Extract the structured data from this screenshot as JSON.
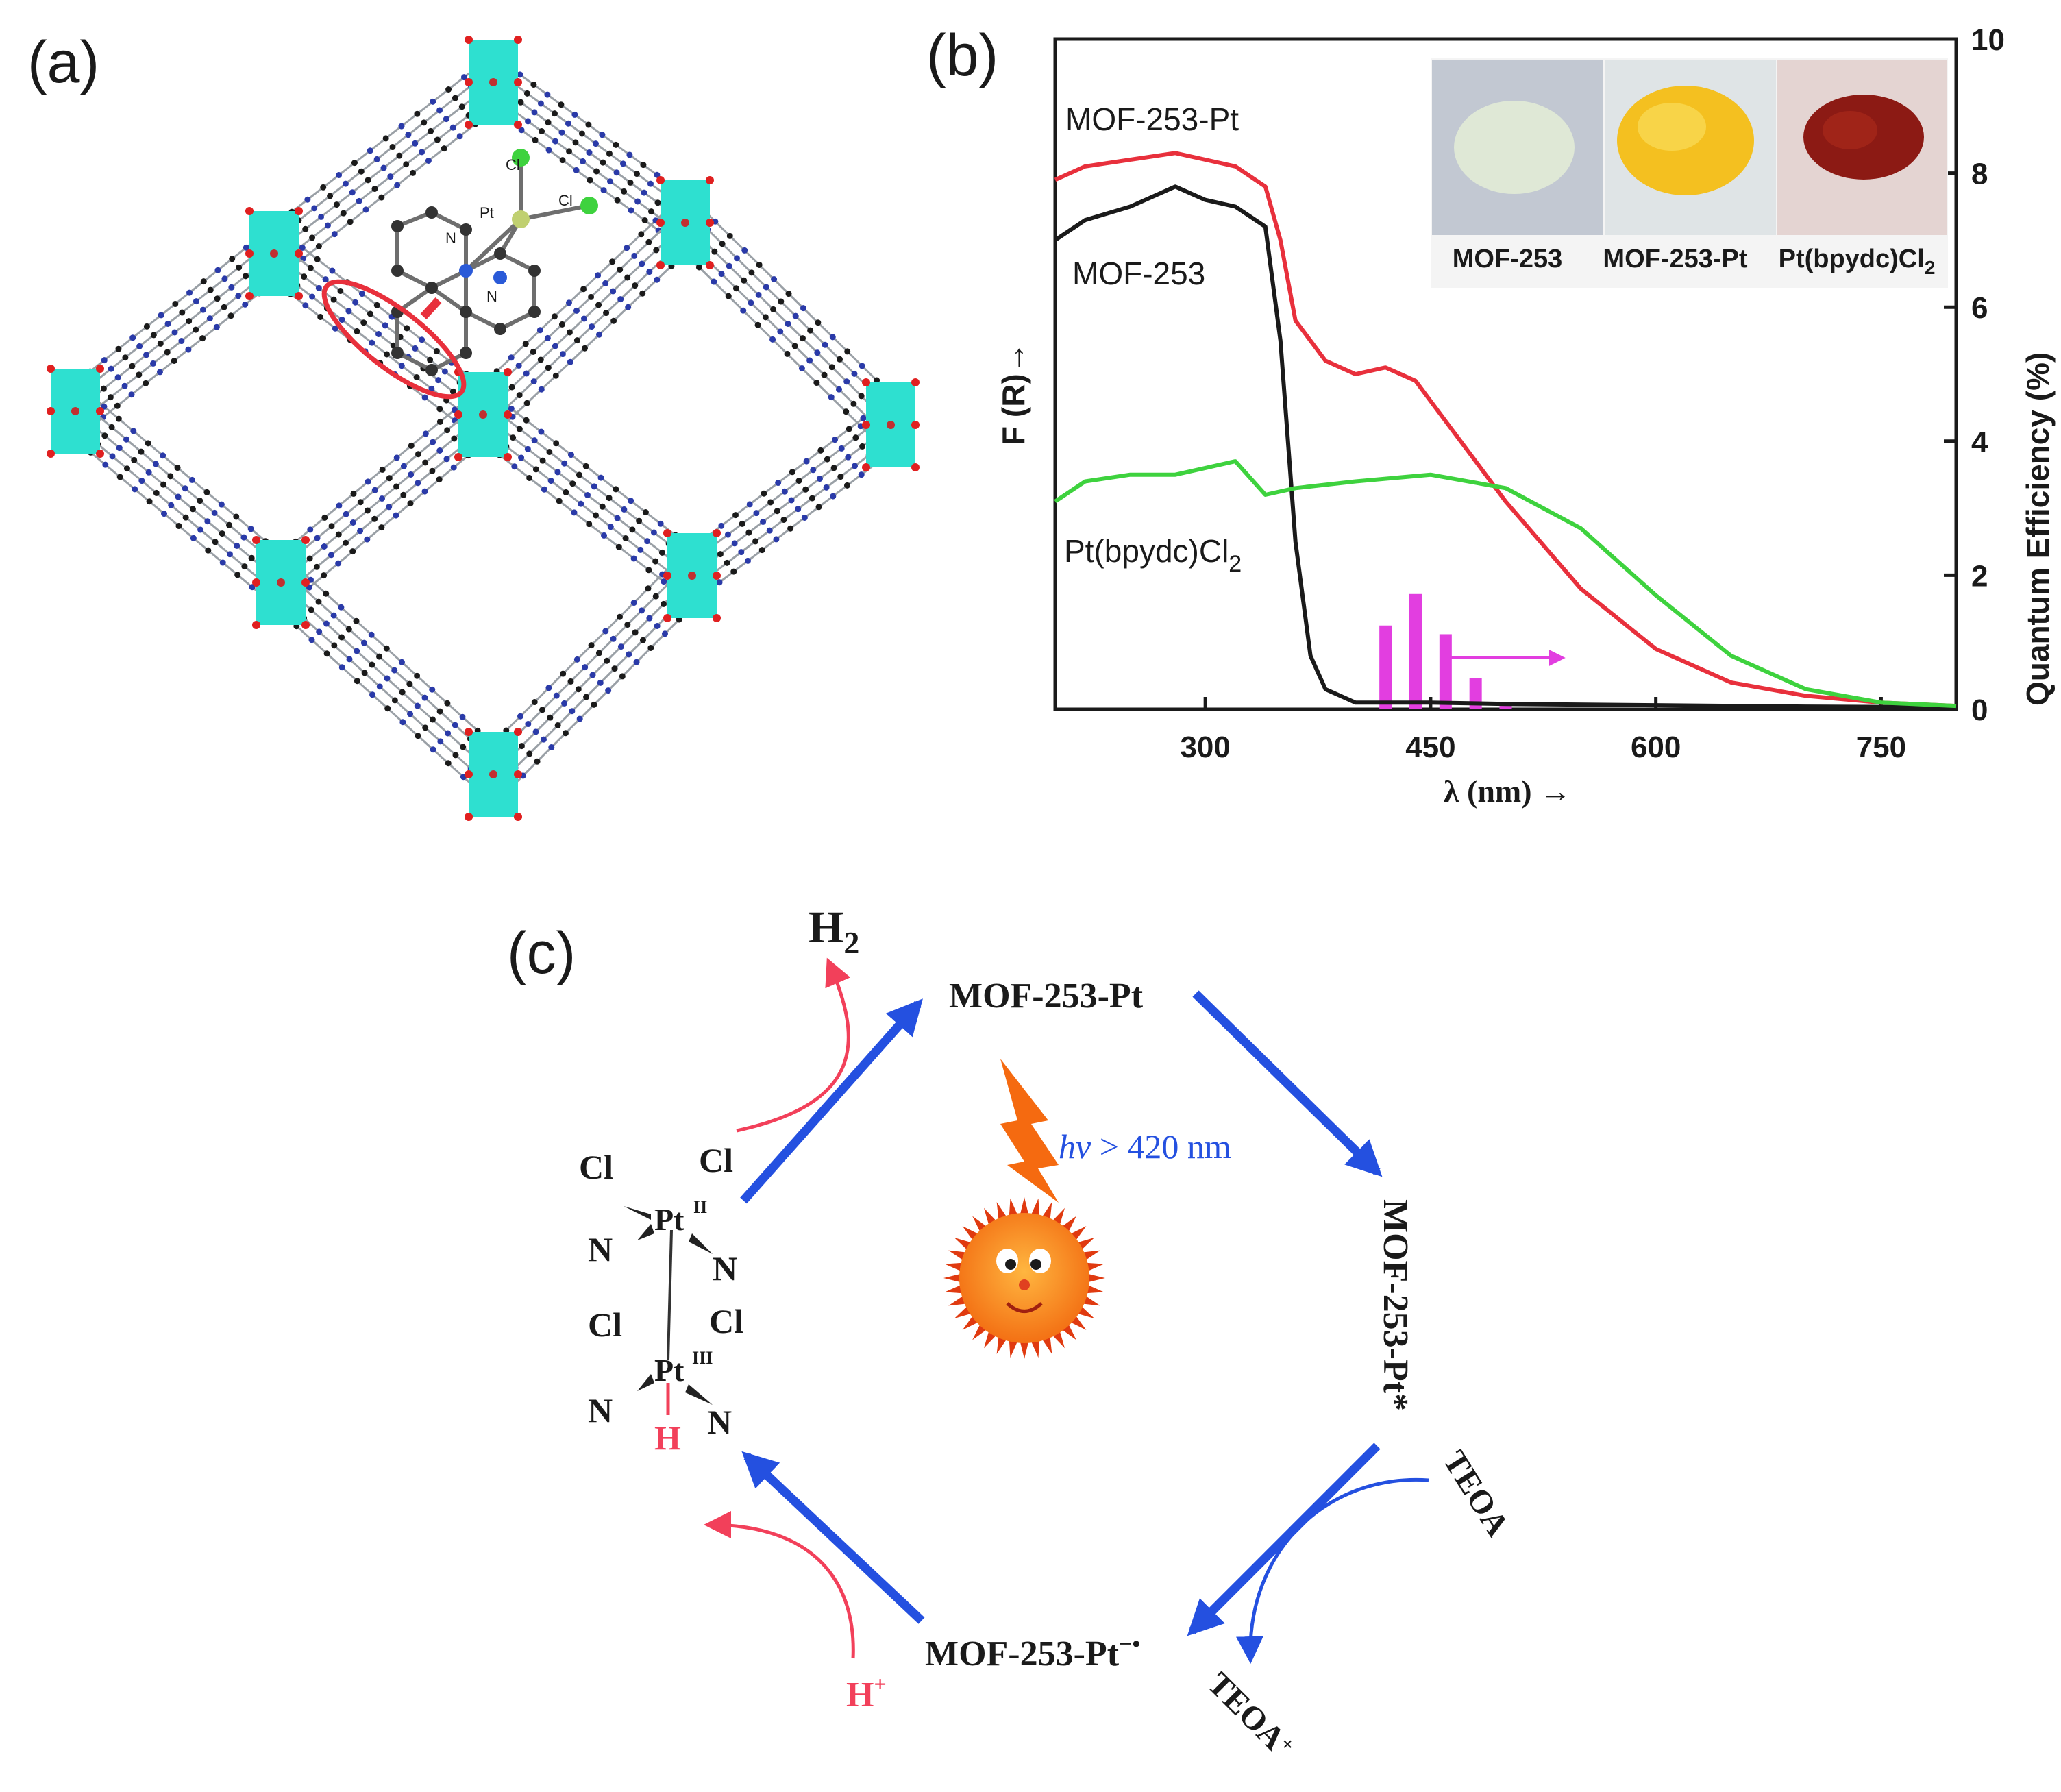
{
  "panels": {
    "a": {
      "label": "(a)",
      "atoms": {
        "n": "N",
        "pt": "Pt",
        "cl": "Cl"
      }
    },
    "b": {
      "label": "(b)"
    },
    "c": {
      "label": "(c)"
    }
  },
  "chart_data": {
    "type": "line",
    "xlabel": "λ (nm) →",
    "ylabel_left": "F (R)→",
    "ylabel_right": "Quantum Efficiency (%)",
    "xlim": [
      200,
      800
    ],
    "xticks": [
      300,
      450,
      600,
      750
    ],
    "ylim_right": [
      0,
      10
    ],
    "yticks_right": [
      0,
      2,
      4,
      6,
      8,
      10
    ],
    "series": [
      {
        "name": "MOF-253-Pt",
        "color": "#e8303c",
        "x": [
          200,
          220,
          250,
          280,
          300,
          320,
          340,
          350,
          360,
          380,
          400,
          420,
          440,
          460,
          480,
          500,
          550,
          600,
          650,
          700,
          750,
          800
        ],
        "y": [
          0.79,
          0.81,
          0.82,
          0.83,
          0.82,
          0.81,
          0.78,
          0.7,
          0.58,
          0.52,
          0.5,
          0.51,
          0.49,
          0.43,
          0.37,
          0.31,
          0.18,
          0.09,
          0.04,
          0.02,
          0.01,
          0.005
        ]
      },
      {
        "name": "MOF-253",
        "color": "#1a1a1a",
        "x": [
          200,
          220,
          250,
          280,
          300,
          320,
          340,
          350,
          360,
          370,
          380,
          400,
          450,
          500,
          600,
          700,
          800
        ],
        "y": [
          0.7,
          0.73,
          0.75,
          0.78,
          0.76,
          0.75,
          0.72,
          0.55,
          0.25,
          0.08,
          0.03,
          0.01,
          0.01,
          0.008,
          0.006,
          0.004,
          0.003
        ]
      },
      {
        "name": "Pt(bpydc)Cl2",
        "color": "#3ed23e",
        "x": [
          200,
          220,
          250,
          280,
          300,
          320,
          340,
          360,
          400,
          450,
          500,
          550,
          600,
          650,
          700,
          750,
          800
        ],
        "y": [
          0.31,
          0.34,
          0.35,
          0.35,
          0.36,
          0.37,
          0.32,
          0.33,
          0.34,
          0.35,
          0.33,
          0.27,
          0.17,
          0.08,
          0.03,
          0.01,
          0.005
        ]
      }
    ],
    "bars": {
      "name": "Quantum Efficiency",
      "color": "#e23ee0",
      "x": [
        420,
        440,
        460,
        480,
        500
      ],
      "y": [
        1.25,
        1.72,
        1.12,
        0.46,
        0.05
      ]
    },
    "series_labels": {
      "mof253pt": "MOF-253-Pt",
      "mof253": "MOF-253",
      "ptbpydc": "Pt(bpydc)Cl",
      "ptbpydc_sub": "2"
    },
    "inset": [
      {
        "label": "MOF-253",
        "color": "#dfe8d6"
      },
      {
        "label": "MOF-253-Pt",
        "color": "#f4c020"
      },
      {
        "label": "Pt(bpydc)Cl",
        "sub": "2",
        "color": "#8c1a14"
      }
    ]
  },
  "scheme": {
    "h2": "H",
    "h2_sub": "2",
    "node_top": "MOF-253-Pt",
    "node_right": "MOF-253-Pt*",
    "node_bottom": "MOF-253-Pt",
    "node_bottom_sup": "−•",
    "light_hv": "hv",
    "light_rest": " > 420 nm",
    "teoa": "TEOA",
    "teoa_ox": "TEOA",
    "teoa_ox_sup": "+",
    "h_plus": "H",
    "h_plus_sup": "+",
    "complex": {
      "cl": "Cl",
      "n": "N",
      "pt": "Pt",
      "ox2": "II",
      "ox3": "III",
      "h": "H"
    }
  }
}
